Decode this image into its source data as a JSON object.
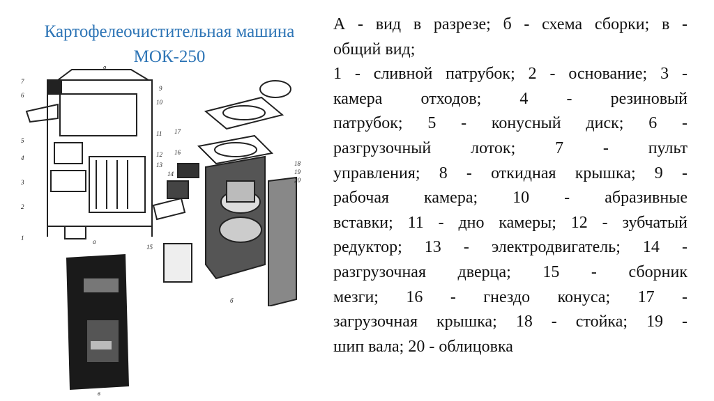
{
  "title": {
    "line1": "Картофелеочистительная машина",
    "line2": "МОК-250"
  },
  "description": {
    "lines": [
      {
        "text": "А - вид в разрезе; б - схема сборки; в -",
        "last": false
      },
      {
        "text": "общий вид;",
        "last": true
      },
      {
        "text": "1 - сливной патрубок; 2 - основание; 3 -",
        "last": false
      },
      {
        "text": "камера отходов; 4 - резиновый",
        "last": false
      },
      {
        "text": "патрубок; 5 - конусный диск; 6 -",
        "last": false
      },
      {
        "text": "разгрузочный лоток; 7 - пульт",
        "last": false
      },
      {
        "text": "управления; 8 - откидная крышка; 9 -",
        "last": false
      },
      {
        "text": "рабочая камера; 10 - абразивные",
        "last": false
      },
      {
        "text": "вставки; 11 - дно камеры; 12 - зубчатый",
        "last": false
      },
      {
        "text": "редуктор; 13 - электродвигатель; 14 -",
        "last": false
      },
      {
        "text": "разгрузочная дверца; 15 - сборник",
        "last": false
      },
      {
        "text": "мезги; 16 - гнездо конуса; 17 -",
        "last": false
      },
      {
        "text": "загрузочная крышка; 18 - стойка; 19 -",
        "last": false
      },
      {
        "text": "шип вала; 20 - облицовка",
        "last": true
      }
    ]
  },
  "figures": {
    "section": "а",
    "assembly": "б",
    "general": "в"
  }
}
